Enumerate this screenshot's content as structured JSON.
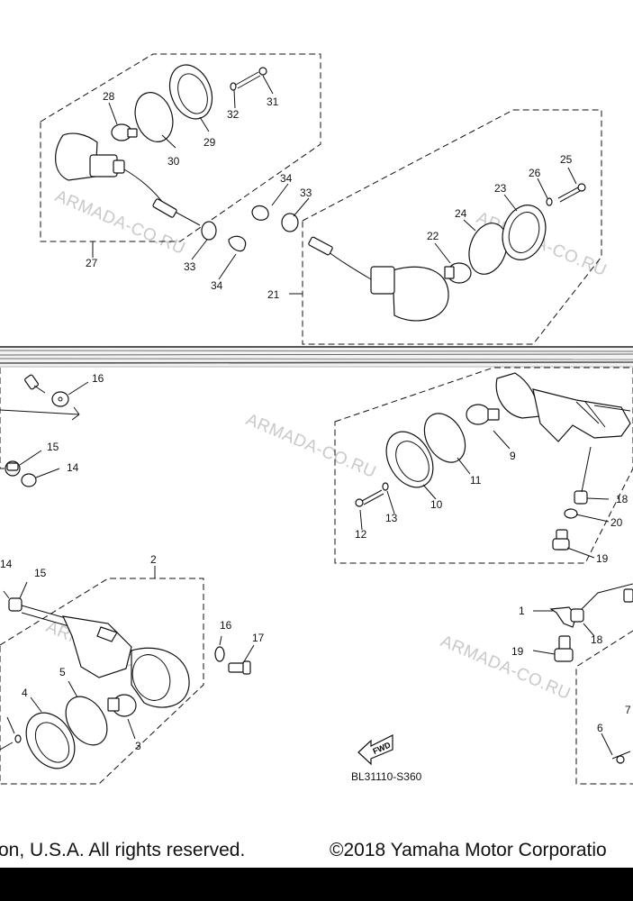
{
  "diagram": {
    "watermarks": [
      "ARMADA-CO.RU",
      "ARMADA-CO.RU",
      "ARMADA-CO.RU",
      "ARMADA-CO.RU",
      "ARMADA-CO.RU"
    ],
    "callouts": [
      "28",
      "30",
      "29",
      "32",
      "31",
      "27",
      "33",
      "34",
      "34",
      "33",
      "21",
      "22",
      "24",
      "23",
      "26",
      "25",
      "16",
      "15",
      "14",
      "9",
      "11",
      "10",
      "13",
      "12",
      "18",
      "20",
      "19",
      "14",
      "15",
      "2",
      "16",
      "17",
      "5",
      "4",
      "3",
      "1",
      "18",
      "19",
      "7",
      "6"
    ],
    "fwd_label": "FWD",
    "diagram_code": "BL31110-S360"
  },
  "footer": {
    "copyright_left": "on, U.S.A. All rights reserved.",
    "copyright_right": "©2018 Yamaha Motor Corporatio"
  }
}
